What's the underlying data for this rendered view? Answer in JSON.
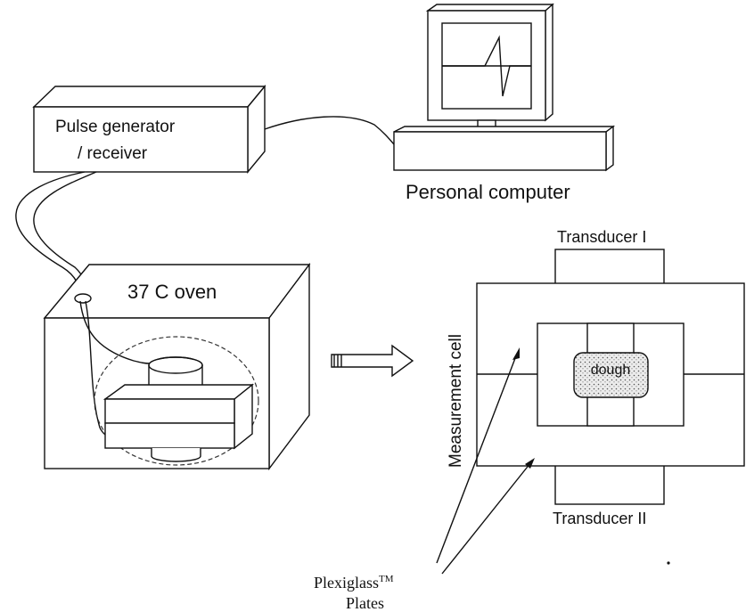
{
  "labels": {
    "pulse_line1": "Pulse generator",
    "pulse_line2": "/ receiver",
    "computer": "Personal computer",
    "oven": "37 C oven",
    "transducer_top": "Transducer I",
    "transducer_bottom": "Transducer II",
    "measurement_cell": "Measurement cell",
    "dough": "dough",
    "plexiglass_line1": "Plexiglass",
    "plexiglass_tm": "TM",
    "plexiglass_line2": "Plates"
  },
  "colors": {
    "line": "#111111",
    "background": "#ffffff",
    "dough_fill": "#dcdcdc"
  }
}
